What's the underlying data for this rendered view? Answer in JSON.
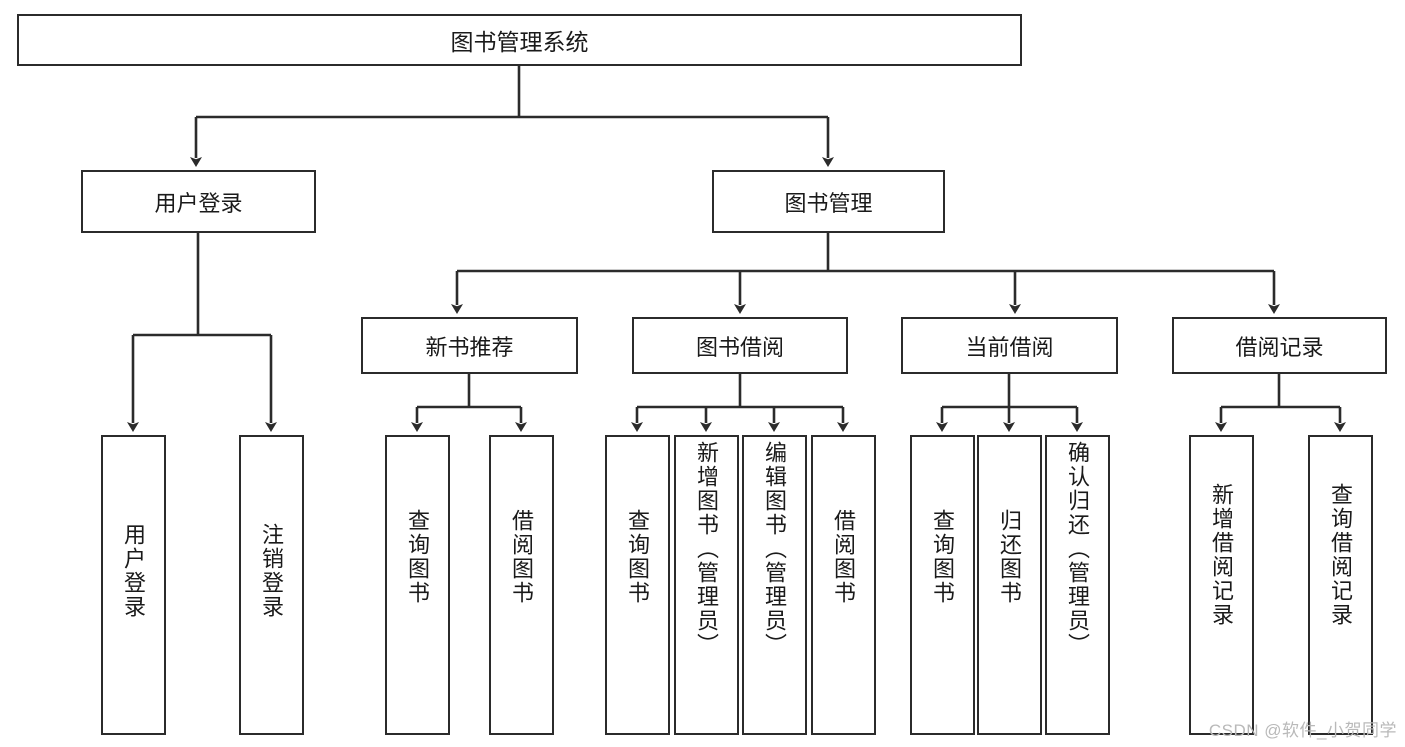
{
  "diagram": {
    "title": "图书管理系统",
    "watermark": "CSDN @软件_小贺同学",
    "line_color": "#2b2b2b",
    "box_fill": "#ffffff",
    "text_color": "#1a1a1a",
    "watermark_color": "#b9b9b9",
    "root": {
      "label": "图书管理系统"
    },
    "level2": [
      {
        "label": "用户登录"
      },
      {
        "label": "图书管理"
      }
    ],
    "level3": [
      {
        "label": "新书推荐"
      },
      {
        "label": "图书借阅"
      },
      {
        "label": "当前借阅"
      },
      {
        "label": "借阅记录"
      }
    ],
    "leaves": {
      "user_login": [
        {
          "label": "用户登录"
        },
        {
          "label": "注销登录"
        }
      ],
      "new_book_recommend": [
        {
          "label": "查询图书"
        },
        {
          "label": "借阅图书"
        }
      ],
      "book_borrow": [
        {
          "label": "查询图书"
        },
        {
          "label": "新增图书（管理员）"
        },
        {
          "label": "编辑图书（管理员）"
        },
        {
          "label": "借阅图书"
        }
      ],
      "current_borrow": [
        {
          "label": "查询图书"
        },
        {
          "label": "归还图书"
        },
        {
          "label": "确认归还（管理员）"
        }
      ],
      "borrow_record": [
        {
          "label": "新增借阅记录"
        },
        {
          "label": "查询借阅记录"
        }
      ]
    }
  }
}
